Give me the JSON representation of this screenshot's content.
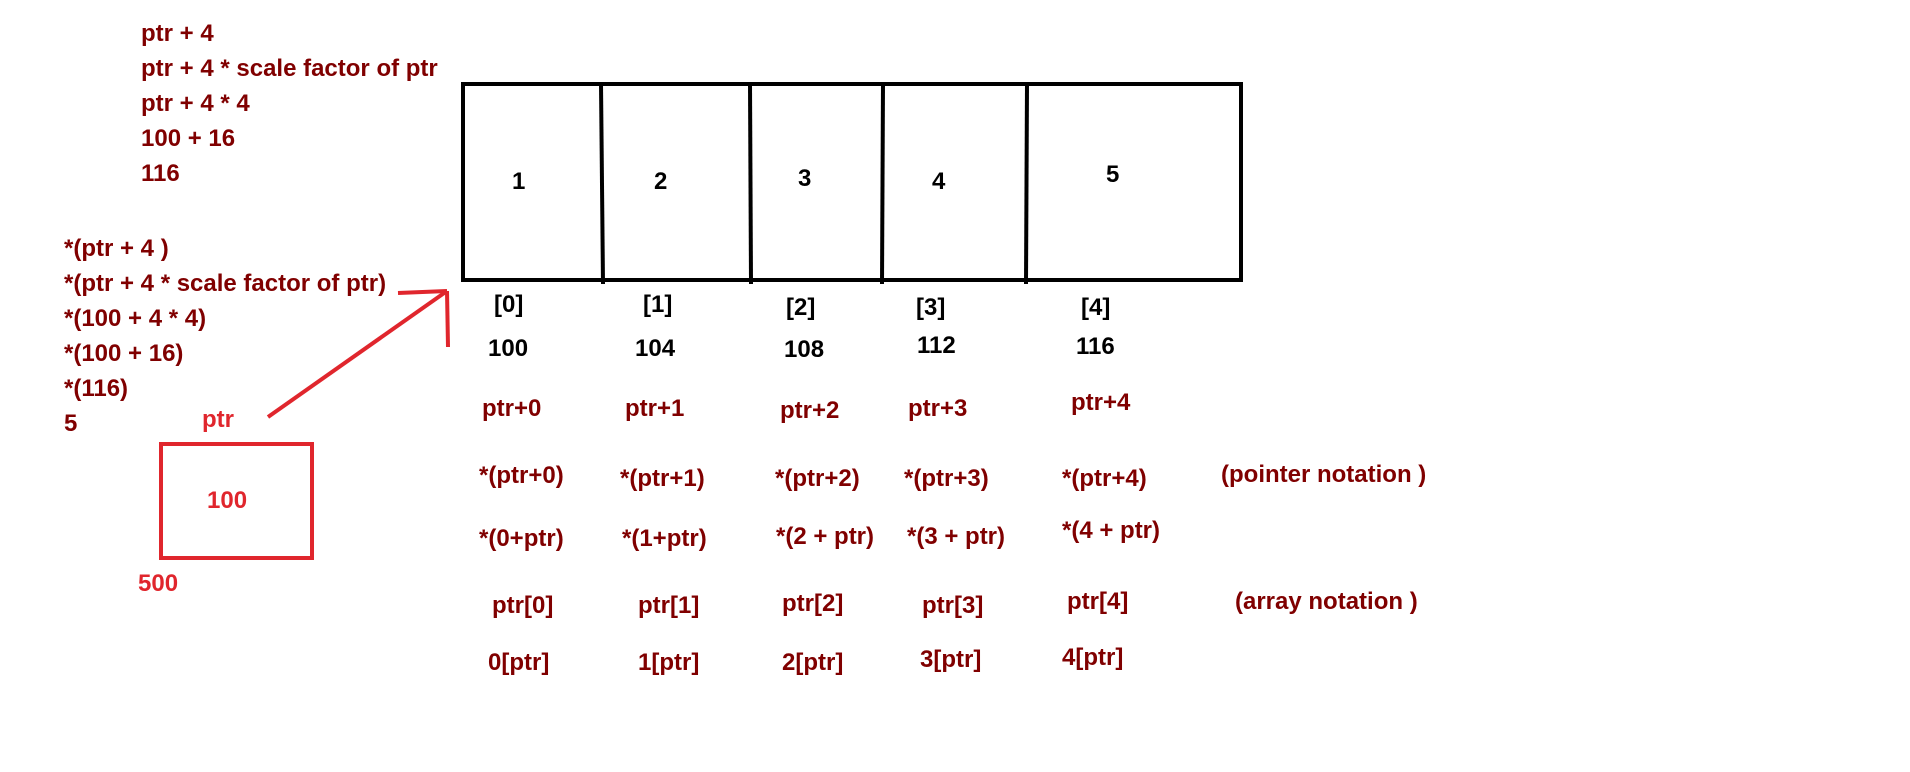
{
  "colors": {
    "dark_red": "#800000",
    "red": "#e0262d",
    "black": "#000000"
  },
  "calc_address": [
    "ptr + 4",
    "ptr + 4 * scale factor of ptr",
    "ptr + 4 * 4",
    "100 + 16",
    "116"
  ],
  "calc_value": [
    "*(ptr + 4 )",
    "*(ptr + 4 * scale factor of ptr)",
    "*(100 + 4 * 4)",
    "*(100 + 16)",
    "*(116)",
    "5"
  ],
  "array": {
    "values": [
      "1",
      "2",
      "3",
      "4",
      "5"
    ],
    "indices": [
      "[0]",
      "[1]",
      "[2]",
      "[3]",
      "[4]"
    ],
    "addresses": [
      "100",
      "104",
      "108",
      "112",
      "116"
    ]
  },
  "pointer": {
    "name": "ptr",
    "value": "100",
    "address": "500"
  },
  "notation_rows": [
    [
      "ptr+0",
      "ptr+1",
      "ptr+2",
      "ptr+3",
      "ptr+4"
    ],
    [
      "*(ptr+0)",
      "*(ptr+1)",
      "*(ptr+2)",
      "*(ptr+3)",
      "*(ptr+4)"
    ],
    [
      "*(0+ptr)",
      "*(1+ptr)",
      "*(2 + ptr)",
      "*(3 + ptr)",
      "*(4 + ptr)"
    ],
    [
      "ptr[0]",
      "ptr[1]",
      "ptr[2]",
      "ptr[3]",
      "ptr[4]"
    ],
    [
      "0[ptr]",
      "1[ptr]",
      "2[ptr]",
      "3[ptr]",
      "4[ptr]"
    ]
  ],
  "notes": {
    "pointer_notation": "(pointer notation )",
    "array_notation": "(array notation )"
  }
}
